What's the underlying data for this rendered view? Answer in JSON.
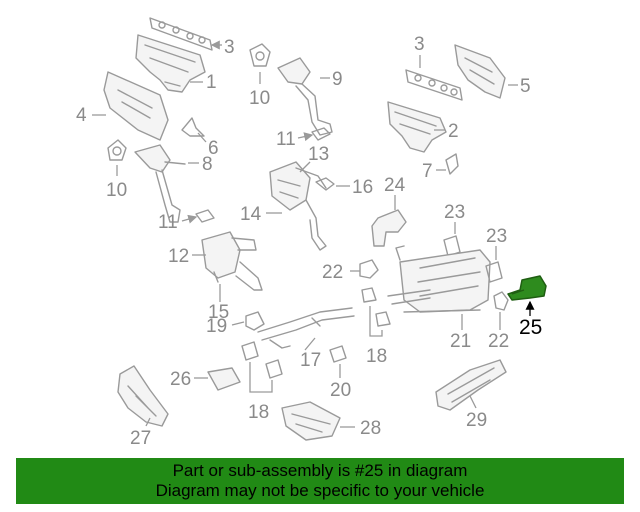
{
  "callouts": [
    "3",
    "1",
    "4",
    "6",
    "8",
    "10",
    "9",
    "10",
    "3",
    "5",
    "2",
    "7",
    "11",
    "13",
    "16",
    "11",
    "14",
    "12",
    "15",
    "19",
    "24",
    "23",
    "23",
    "22",
    "22",
    "21",
    "25",
    "17",
    "18",
    "18",
    "26",
    "27",
    "20",
    "28",
    "29",
    "22"
  ],
  "highlight_color": "#2e8b1e",
  "banner": {
    "line1": "Part or sub-assembly is #25 in diagram",
    "line2": "Diagram may not be specific to your vehicle",
    "color": "#218a15"
  }
}
